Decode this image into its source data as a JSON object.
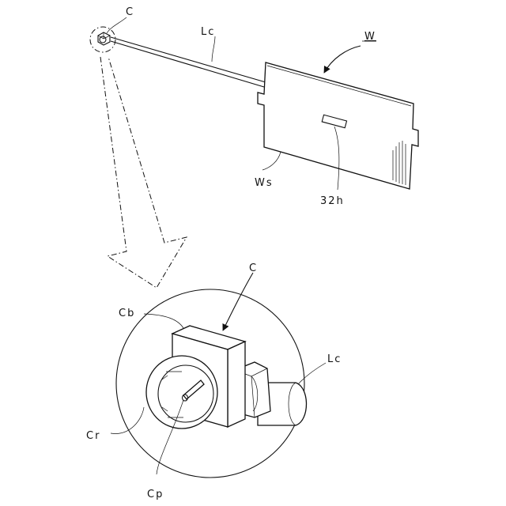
{
  "labels": {
    "c_top": "C",
    "lc_top": "Lc",
    "w": "W",
    "ws": "Ws",
    "h32": "32h",
    "c_bottom": "C",
    "cb": "Cb",
    "lc_bottom": "Lc",
    "cr": "Cr",
    "cp": "Cp"
  }
}
